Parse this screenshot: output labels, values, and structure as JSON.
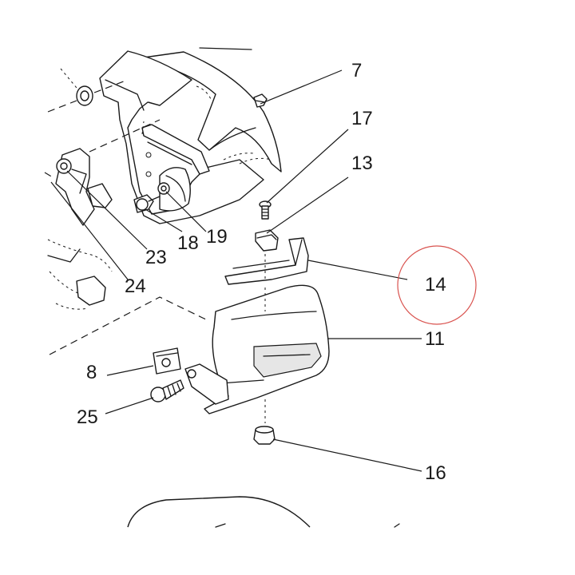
{
  "callouts": [
    {
      "id": "c7",
      "text": "7"
    },
    {
      "id": "c17",
      "text": "17"
    },
    {
      "id": "c13",
      "text": "13"
    },
    {
      "id": "c14",
      "text": "14"
    },
    {
      "id": "c11",
      "text": "11"
    },
    {
      "id": "c8",
      "text": "8"
    },
    {
      "id": "c25",
      "text": "25"
    },
    {
      "id": "c16",
      "text": "16"
    },
    {
      "id": "c23",
      "text": "23"
    },
    {
      "id": "c18",
      "text": "18"
    },
    {
      "id": "c19",
      "text": "19"
    },
    {
      "id": "c24",
      "text": "24"
    }
  ],
  "highlight": {
    "target": "14",
    "color": "#d9534f"
  },
  "colors": {
    "ink": "#1a1a1a",
    "background": "#ffffff"
  }
}
